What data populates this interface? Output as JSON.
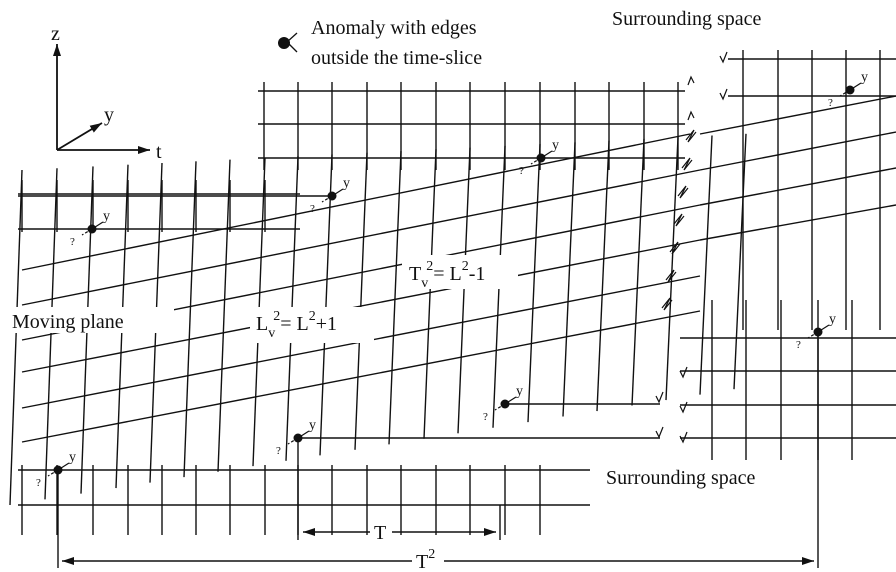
{
  "labels": {
    "axis_z": "z",
    "axis_y": "y",
    "axis_t": "t",
    "legend_text_1": "Anomaly with edges",
    "legend_text_2": "outside the time-slice",
    "surrounding_top": "Surrounding space",
    "surrounding_bottom": "Surrounding space",
    "moving_plane": "Moving plane",
    "tv_base": "T",
    "tv_sub": "v",
    "tv_sup": "2",
    "tv_rhs_base": "= L",
    "tv_rhs_sup": "2",
    "tv_rhs_tail": "-1",
    "lv_base": "L",
    "lv_sub": "v",
    "lv_sup": "2",
    "lv_rhs_base": "= L",
    "lv_rhs_sup": "2",
    "lv_rhs_tail": "+1",
    "dim_T": "T",
    "dim_T2_base": "T",
    "dim_T2_sup": "2",
    "anomaly_y": "y",
    "anomaly_q": "?"
  },
  "colors": {
    "line": "#111111",
    "background": "#ffffff"
  }
}
